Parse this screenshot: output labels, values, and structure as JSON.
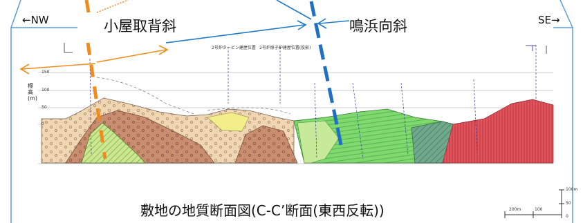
{
  "direction": {
    "nw": "←NW",
    "se": "SE→"
  },
  "labels": {
    "anticline": "小屋取背斜",
    "syncline": "鳴浜向斜"
  },
  "caption": "敷地の地質断面図(C-C’断面(東西反転))",
  "elevation_axis": {
    "unit": "標高(m)",
    "ticks": [
      "150",
      "100",
      "50",
      "0"
    ]
  },
  "scale_bar": {
    "h_label": "200m",
    "h_mid": "100",
    "v_top": "100m",
    "v_mid": "50",
    "v_zero": "0"
  },
  "map_notes": {
    "left": "2号炉タービン建屋位置",
    "right": "2号炉原子炉建屋位置(投影)"
  },
  "colors": {
    "border": "#5b9bd5",
    "anticline_axis": "#f08c1e",
    "syncline_axis": "#1f6fc2",
    "pointer": "#1f78c8",
    "sand_beige": "#f1d6b4",
    "brown_rock": "#c88a6a",
    "green_rock": "#7fd96e",
    "red_rock": "#e0545c",
    "hatched_green": "#cde790",
    "teal_rock": "#5e9a7e"
  }
}
